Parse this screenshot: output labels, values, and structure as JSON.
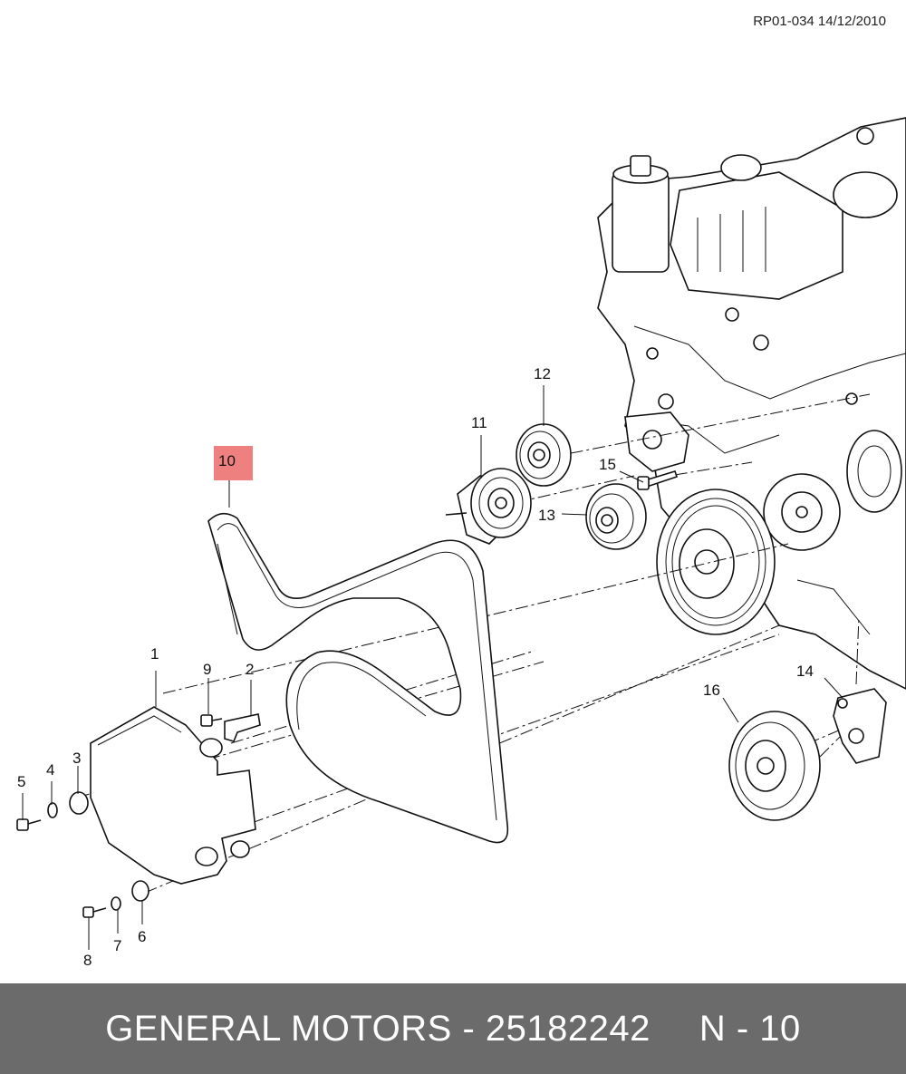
{
  "document_ref": "RP01-034 14/12/2010",
  "footer": {
    "brand": "GENERAL MOTORS",
    "separator": "-",
    "part_number": "25182242",
    "item_ref": "N - 10"
  },
  "highlight_color": "#ee8080",
  "footer_color": "#6b6b6b",
  "callouts": [
    {
      "id": "1",
      "text": "1"
    },
    {
      "id": "2",
      "text": "2"
    },
    {
      "id": "3",
      "text": "3"
    },
    {
      "id": "4",
      "text": "4"
    },
    {
      "id": "5",
      "text": "5"
    },
    {
      "id": "6",
      "text": "6"
    },
    {
      "id": "7",
      "text": "7"
    },
    {
      "id": "8",
      "text": "8"
    },
    {
      "id": "9",
      "text": "9"
    },
    {
      "id": "10",
      "text": "10",
      "highlighted": true
    },
    {
      "id": "11",
      "text": "11"
    },
    {
      "id": "12",
      "text": "12"
    },
    {
      "id": "13",
      "text": "13"
    },
    {
      "id": "14",
      "text": "14"
    },
    {
      "id": "15",
      "text": "15"
    },
    {
      "id": "16",
      "text": "16"
    }
  ]
}
